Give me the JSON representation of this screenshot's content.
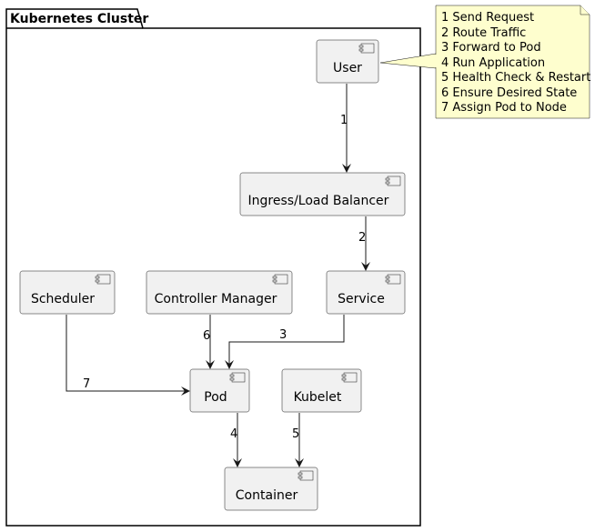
{
  "frame": {
    "title": "Kubernetes Cluster"
  },
  "nodes": {
    "user": "User",
    "ingress": "Ingress/Load Balancer",
    "service": "Service",
    "scheduler": "Scheduler",
    "controller": "Controller Manager",
    "pod": "Pod",
    "kubelet": "Kubelet",
    "container": "Container"
  },
  "edges": {
    "e1": "1",
    "e2": "2",
    "e3": "3",
    "e4": "4",
    "e5": "5",
    "e6": "6",
    "e7": "7"
  },
  "legend": [
    "1 Send Request",
    "2 Route Traffic",
    "3 Forward to Pod",
    "4 Run Application",
    "5 Health Check & Restart",
    "6 Ensure Desired State",
    "7 Assign Pod to Node"
  ],
  "colors": {
    "note_fill": "#fefece",
    "box_fill": "#f1f1f1",
    "stroke": "#181818"
  },
  "icons": {
    "component": "component-icon"
  }
}
